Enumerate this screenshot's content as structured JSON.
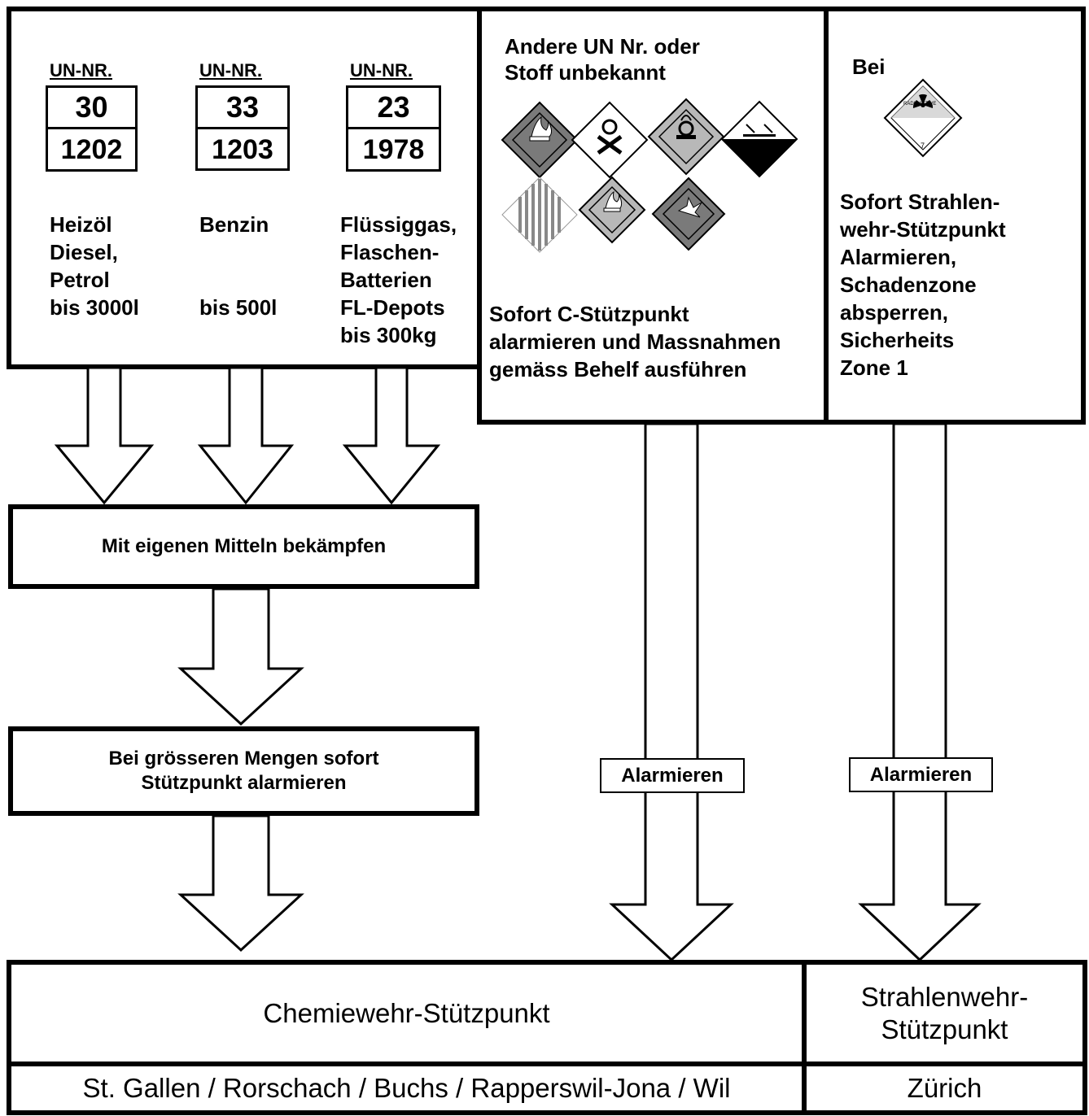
{
  "un_panel": {
    "items": [
      {
        "caption": "UN-NR.",
        "hazard_number": "30",
        "un_number": "1202",
        "lines": [
          "Heizöl",
          "Diesel,",
          "Petrol",
          "bis 3000l"
        ]
      },
      {
        "caption": "UN-NR.",
        "hazard_number": "33",
        "un_number": "1203",
        "lines": [
          "Benzin",
          "",
          "",
          "bis 500l"
        ]
      },
      {
        "caption": "UN-NR.",
        "hazard_number": "23",
        "un_number": "1978",
        "lines": [
          "Flüssiggas,",
          "Flaschen-",
          "Batterien",
          "FL-Depots",
          "bis 300kg"
        ]
      }
    ]
  },
  "unknown_panel": {
    "heading_line1": "Andere UN Nr. oder",
    "heading_line2": "Stoff unbekannt",
    "instruction_line1": "Sofort C-Stützpunkt",
    "instruction_line2": "alarmieren und Massnahmen",
    "instruction_line3": "gemäss Behelf ausführen",
    "hazard_icons": [
      "flammable-icon",
      "toxic-icon",
      "oxidizer-icon",
      "corrosive-icon",
      "misc-hazard-icon",
      "flammable-icon",
      "explosive-icon"
    ]
  },
  "radio_panel": {
    "heading": "Bei",
    "sign_label": "RADIOAKTIVE",
    "sign_class": "7",
    "lines": [
      "Sofort Strahlen-",
      "wehr-Stützpunkt",
      "Alarmieren,",
      "Schadenzone",
      "absperren,",
      "Sicherheits",
      "Zone 1"
    ]
  },
  "steps": {
    "own_means": "Mit eigenen Mitteln bekämpfen",
    "larger_quantities_line1": "Bei grösseren Mengen sofort",
    "larger_quantities_line2": "Stützpunkt alarmieren"
  },
  "alarm_labels": {
    "left": "Alarmieren",
    "right": "Alarmieren"
  },
  "bottom_table": {
    "chem_header": "Chemiewehr-Stützpunkt",
    "radio_header_line1": "Strahlenwehr-",
    "radio_header_line2": "Stützpunkt",
    "chem_locations": "St. Gallen / Rorschach / Buchs / Rapperswil-Jona / Wil",
    "radio_location": "Zürich"
  },
  "colors": {
    "ink": "#000000",
    "dark_grey": "#7a7a7a",
    "light_grey": "#b8b8b8",
    "paper": "#ffffff"
  }
}
